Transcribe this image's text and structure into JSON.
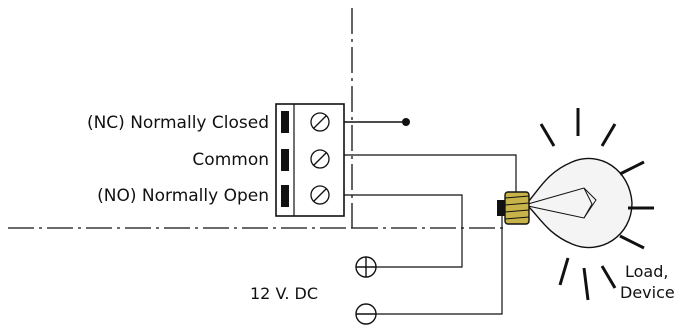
{
  "terminals": {
    "nc_label": "(NC) Normally Closed",
    "common_label": "Common",
    "no_label": "(NO) Normally Open"
  },
  "supply": {
    "label": "12 V. DC"
  },
  "load": {
    "line1": "Load,",
    "line2": "Device"
  },
  "colors": {
    "ink": "#111111",
    "socket": "#c8b24a"
  }
}
